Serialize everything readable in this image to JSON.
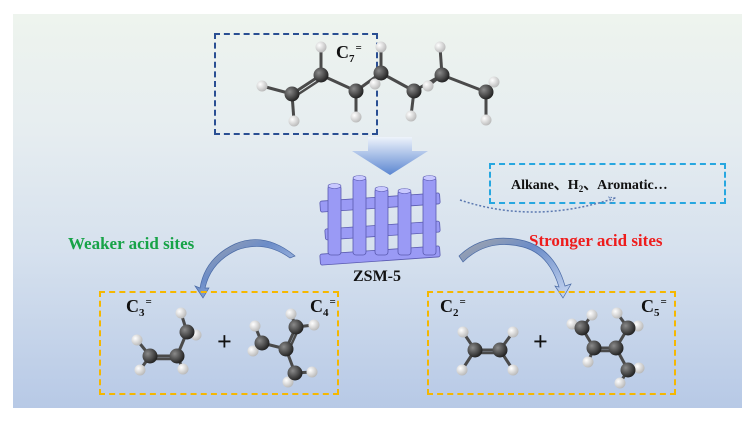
{
  "colors": {
    "reactant_box": "#2a4f93",
    "products_box": "#27a7e0",
    "product_boxes": "#f5b700",
    "weaker_acid_text": "#17a347",
    "stronger_acid_text": "#ee1c1c",
    "zsm5_rods": "#9a9af5",
    "carbon_atom": "#3a3a3a",
    "hydrogen_atom": "#f0f0f0"
  },
  "reactant": {
    "base": "C",
    "sub": "7",
    "sup": "="
  },
  "catalyst": {
    "name": "ZSM-5"
  },
  "side_products": {
    "parts": [
      "Alkane、H",
      "2",
      "、Aromatic…"
    ]
  },
  "pathways": {
    "weaker": {
      "label": "Weaker acid sites",
      "products": [
        {
          "base": "C",
          "sub": "3",
          "sup": "="
        },
        {
          "base": "C",
          "sub": "4",
          "sup": "="
        }
      ],
      "operator": "+"
    },
    "stronger": {
      "label": "Stronger acid sites",
      "products": [
        {
          "base": "C",
          "sub": "2",
          "sup": "="
        },
        {
          "base": "C",
          "sub": "5",
          "sup": "="
        }
      ],
      "operator": "+"
    }
  }
}
